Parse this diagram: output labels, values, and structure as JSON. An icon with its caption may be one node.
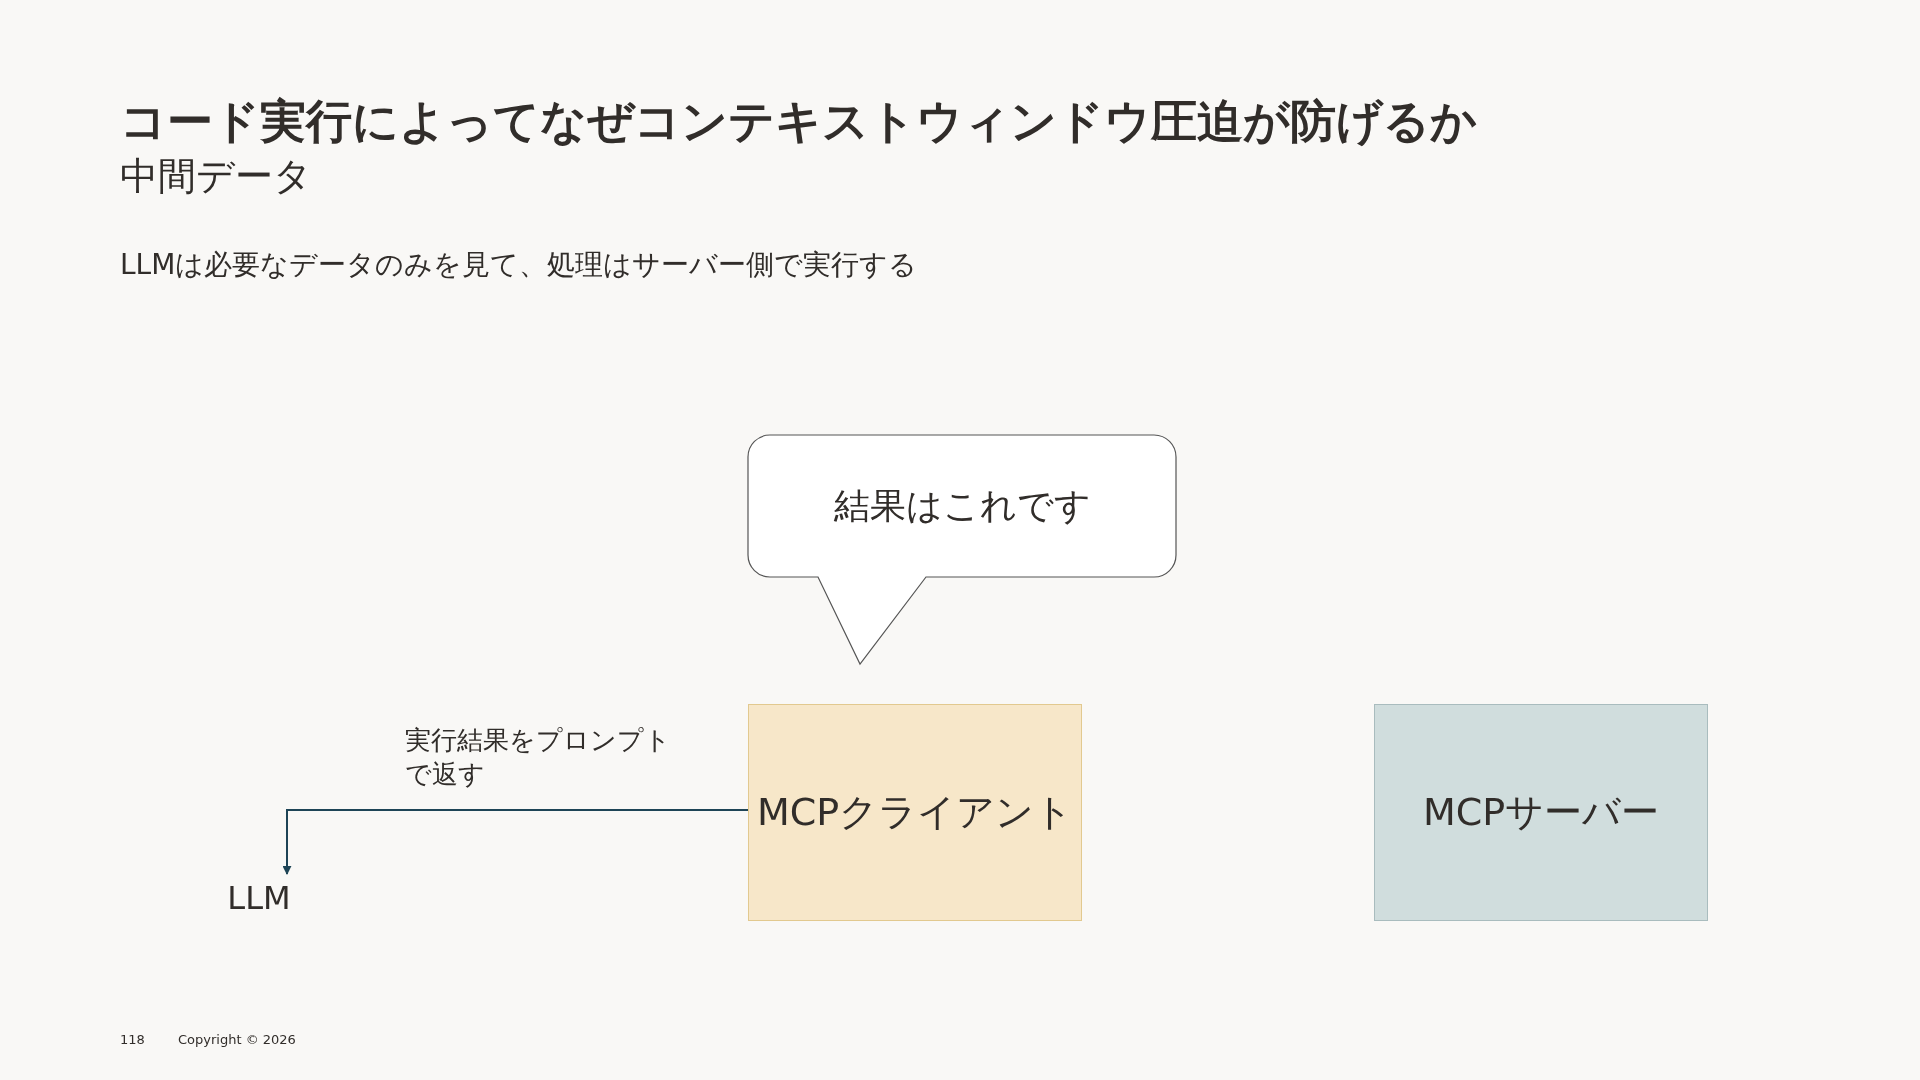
{
  "diagram": {
    "title": "コード実行によってなぜコンテキストウィンドウ圧迫が防げるか",
    "nodes": [
      {
        "text": [
          "結果はこれです"
        ]
      },
      {
        "text": [
          "MCPクライアント"
        ]
      },
      {
        "text": [
          "MCPサーバー"
        ]
      },
      {
        "text": [
          "LLM"
        ]
      }
    ],
    "edges": [
      {
        "from": 1,
        "to": 3,
        "arrow": "to",
        "label": "実行結果をプロンプトで返す"
      }
    ],
    "labels": [
      "中間データ",
      "LLMは必要なデータのみを見て、処理はサーバー側で実行する",
      "118",
      "Copyright © 2026"
    ]
  }
}
